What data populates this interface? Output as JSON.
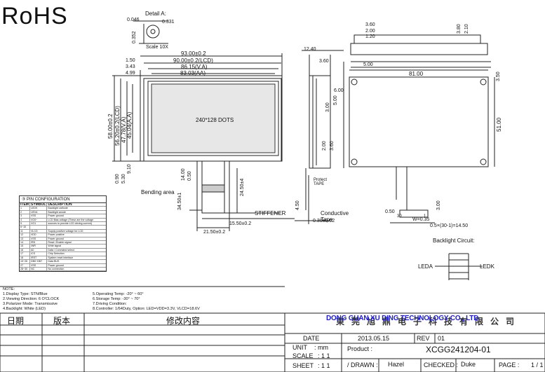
{
  "logo": {
    "rohs": "RoHS"
  },
  "detail": {
    "title": "Detail A:",
    "dim_a": "0.046",
    "dim_b": "0.331",
    "dim_c": "0.352",
    "scale": "Scale 10X"
  },
  "front": {
    "w_outer": "93.00±0.2",
    "w_lcd": "90.00±0.2(LCD)",
    "w_va": "86.15(V.A)",
    "w_aa": "83.03(AA)",
    "off1": "1.50",
    "off2": "3.43",
    "off3": "4.99",
    "h_outer": "58.00±0.2",
    "h_lcd": "56.20±0.2(LCD)",
    "h_va": "47.78(V.A)",
    "h_aa": "45.04(A.A)",
    "dots": "240*128 DOTS",
    "v1": "0.90",
    "v2": "5.30",
    "v3": "9.10",
    "fpc_a": "14.00",
    "fpc_b": "0.50",
    "fpc_c": "34.50±1",
    "fpc_d": "24.50±4",
    "fpc_e": "15.50±0.2",
    "fpc_f": "21.50±0.2",
    "bending": "Bending area",
    "stiffener": "STIFFENER",
    "conductive": "Conductive",
    "tape": "Tape",
    "dim_030": "0.30±0.02",
    "dim_450": "4.50"
  },
  "side": {
    "d1": "12.40",
    "d2": "3.60",
    "d3": "6.00",
    "d4": "3.00",
    "d5": "5.00",
    "d6": "2.00",
    "d7": "3.60",
    "protect": "Protect",
    "tape": "TAPE"
  },
  "top_view": {
    "a": "3.60",
    "b": "2.00",
    "c": "1.20",
    "d": "5.00"
  },
  "back": {
    "w": "81.00",
    "h": "51.00",
    "r": "3.50",
    "t1": "3.80",
    "t2": "2.10",
    "pitch_a": "0.50",
    "pitch_b": "W=0.35",
    "pitch_c": "0.5×(30-1)=14.50",
    "pins_n": "30",
    "pin_1": "1",
    "dim_300": "3.00"
  },
  "backlight": {
    "title": "Backlight Circuit:",
    "leda": "LEDA",
    "ledk": "LEDK"
  },
  "pin_table": {
    "title": "③ PIN CONFIGURATION",
    "headers": [
      "ITEM",
      "SYMBOL",
      "DESCRIPTION"
    ],
    "rows": [
      [
        "1",
        "LEDK",
        "Backlight cathode"
      ],
      [
        "2",
        "LEDA",
        "Backlight anode"
      ],
      [
        "3",
        "VSS",
        "Power ground"
      ],
      [
        "4",
        "VG0~",
        "LCD Bias voltage (These are the voltage"
      ],
      [
        "5",
        "VG1",
        "sources to provide LCD driving current)"
      ],
      [
        "6~10",
        "",
        ""
      ],
      [
        "11",
        "VLCD",
        "Supply positive voltage for LCD"
      ],
      [
        "12",
        "VDD",
        "Power positive"
      ],
      [
        "13",
        "VSS",
        "Power ground"
      ],
      [
        "14",
        "/RD",
        "Read / Enable signal"
      ],
      [
        "15",
        "/WR",
        "Write signal"
      ],
      [
        "16",
        "A0",
        "Data / Command select"
      ],
      [
        "17",
        "/CS",
        "Chip Selection"
      ],
      [
        "18",
        "/RST",
        "System reset interface"
      ],
      [
        "19~26",
        "DB0~DB7",
        "Data BUS"
      ],
      [
        "27",
        "VSS",
        "Power ground"
      ],
      [
        "28~30",
        "NC",
        "No connection"
      ]
    ]
  },
  "notes": {
    "title": "NOTE:",
    "items": [
      "1.Display Type: STN/Blue",
      "2.Viewing Direction: 6 O'CLOCK",
      "3.Polarizer Mode: Transmissive",
      "4.Backlight: White (LED)",
      "5.Operating Temp: -20° ~ 60°",
      "6.Storage Temp: -30° ~ 70°",
      "7.Driving Condition:",
      "8.Controller: 1/64Duty, Option: LED=VDD=3.3V, VLCD=18.6V"
    ]
  },
  "revision_table": {
    "date_col": "日期",
    "ver_col": "版本",
    "content_col": "修改内容"
  },
  "title_block": {
    "company_cn": "東莞旭鼎电子科技有限公司",
    "company_en": "DONG GUAN XU DING TECHNOLOGY CO., LTD",
    "date_label": "DATE",
    "date_value": "2013.05.15",
    "rev_label": "REV",
    "rev_value": "01",
    "unit_label": "UNIT",
    "unit_value": ": mm",
    "product_label": "Product :",
    "product_value": "XCGG241204-01",
    "scale_label": "SCALE",
    "scale_value": ": 1  1",
    "sheet_label": "SHEET",
    "sheet_value": ": 1  1",
    "drawn_label": "/ DRAWN :",
    "drawn_value": "Hazel",
    "checked_label": "CHECKED :",
    "checked_value": "Duke",
    "page_label": "PAGE :",
    "page_value": "1 / 1"
  },
  "colors": {
    "company_en": "#1b1bd4",
    "line": "#222222"
  }
}
